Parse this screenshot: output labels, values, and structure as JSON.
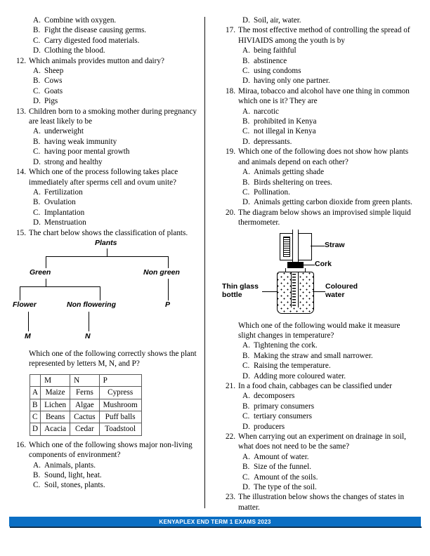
{
  "footer": {
    "banner_text": "KENYAPLEX END TERM 1 EXAMS 2023",
    "banner_color": "#0B6FC4",
    "banner_text_color": "#FFFFFF"
  },
  "left_column": {
    "orphan_options": [
      {
        "letter": "A.",
        "text": "Combine with oxygen."
      },
      {
        "letter": "B.",
        "text": "Fight the disease causing germs."
      },
      {
        "letter": "C.",
        "text": "Carry digested food materials."
      },
      {
        "letter": "D.",
        "text": "Clothing the blood."
      }
    ],
    "questions": [
      {
        "number": "12.",
        "stem": "Which animals provides mutton and dairy?",
        "options": [
          {
            "letter": "A.",
            "text": "Sheep"
          },
          {
            "letter": "B.",
            "text": "Cows"
          },
          {
            "letter": "C.",
            "text": "Goats"
          },
          {
            "letter": "D.",
            "text": "Pigs"
          }
        ]
      },
      {
        "number": "13.",
        "stem": "Children born to a smoking mother during pregnancy are least likely to be",
        "options": [
          {
            "letter": "A.",
            "text": "underweight"
          },
          {
            "letter": "B.",
            "text": "having weak immunity"
          },
          {
            "letter": "C.",
            "text": "having poor mental growth"
          },
          {
            "letter": "D.",
            "text": "strong and healthy"
          }
        ]
      },
      {
        "number": "14.",
        "stem": "Which one of the process following takes place immediately after sperms cell and ovum unite?",
        "options": [
          {
            "letter": "A.",
            "text": "Fertilization"
          },
          {
            "letter": "B.",
            "text": "Ovulation"
          },
          {
            "letter": "C.",
            "text": "Implantation"
          },
          {
            "letter": "D.",
            "text": "Menstruation"
          }
        ]
      },
      {
        "number": "15.",
        "stem": "The chart below shows the classification of plants.",
        "followup": "Which one of the following correctly shows the plant represented by letters M, N, and P?"
      },
      {
        "number": "16.",
        "stem": "Which one of the following shows major non-living components of environment?",
        "options": [
          {
            "letter": "A.",
            "text": "Animals, plants."
          },
          {
            "letter": "B.",
            "text": "Sound, light, heat."
          },
          {
            "letter": "C.",
            "text": "Soil, stones, plants."
          }
        ]
      }
    ],
    "plant_tree": {
      "root": "Plants",
      "level2": [
        "Green",
        "Non green"
      ],
      "level3": [
        "Flower",
        "Non flowering",
        "P"
      ],
      "level4": [
        "M",
        "N"
      ]
    },
    "answer_table": {
      "headers": [
        "",
        "M",
        "N",
        "P"
      ],
      "rows": [
        {
          "label": "A",
          "cells": [
            "Maize",
            "Ferns",
            "Cypress"
          ]
        },
        {
          "label": "B",
          "cells": [
            "Lichen",
            "Algae",
            "Mushroom"
          ]
        },
        {
          "label": "C",
          "cells": [
            "Beans",
            "Cactus",
            "Puff balls"
          ]
        },
        {
          "label": "D",
          "cells": [
            "Acacia",
            "Cedar",
            "Toadstool"
          ]
        }
      ]
    }
  },
  "right_column": {
    "orphan_options": [
      {
        "letter": "D.",
        "text": "Soil, air, water."
      }
    ],
    "questions": [
      {
        "number": "17.",
        "stem": "The most effective method of controlling the spread of HIVIAIDS among the youth is by",
        "options": [
          {
            "letter": "A.",
            "text": "being faithful"
          },
          {
            "letter": "B.",
            "text": "abstinence"
          },
          {
            "letter": "C.",
            "text": "using condoms"
          },
          {
            "letter": "D.",
            "text": "having only one partner."
          }
        ]
      },
      {
        "number": "18.",
        "stem": "Miraa, tobacco and alcohol have one thing in common which one is it? They are",
        "options": [
          {
            "letter": "A.",
            "text": "narcotic"
          },
          {
            "letter": "B.",
            "text": "prohibited in Kenya"
          },
          {
            "letter": "C.",
            "text": "not illegal in Kenya"
          },
          {
            "letter": "D.",
            "text": "depressants."
          }
        ]
      },
      {
        "number": "19.",
        "stem": "Which one of the following does not show how plants and animals depend on each other?",
        "options": [
          {
            "letter": "A.",
            "text": "Animals getting shade"
          },
          {
            "letter": "B.",
            "text": "Birds sheltering on trees."
          },
          {
            "letter": "C.",
            "text": "Pollination."
          },
          {
            "letter": "D.",
            "text": "Animals getting carbon dioxide from green plants."
          }
        ]
      },
      {
        "number": "20.",
        "stem": "The diagram below shows an improvised simple liquid thermometer.",
        "followup": "Which one of the following would make it measure slight changes in temperature?",
        "options": [
          {
            "letter": "A.",
            "text": "Tightening the cork."
          },
          {
            "letter": "B.",
            "text": "Making the straw and small narrower."
          },
          {
            "letter": "C.",
            "text": "Raising the temperature."
          },
          {
            "letter": "D.",
            "text": "Adding more coloured water."
          }
        ]
      },
      {
        "number": "21.",
        "stem": "In a food chain, cabbages can be classified under",
        "options": [
          {
            "letter": "A.",
            "text": "decomposers"
          },
          {
            "letter": "B.",
            "text": "primary consumers"
          },
          {
            "letter": "C.",
            "text": "tertiary consumers"
          },
          {
            "letter": "D.",
            "text": "producers"
          }
        ]
      },
      {
        "number": "22.",
        "stem": "When carrying out an experiment on drainage in soil, what does not need to be the same?",
        "options": [
          {
            "letter": "A.",
            "text": "Amount of water."
          },
          {
            "letter": "B.",
            "text": "Size of the funnel."
          },
          {
            "letter": "C.",
            "text": "Amount of the soils."
          },
          {
            "letter": "D.",
            "text": "The type of the soil."
          }
        ]
      },
      {
        "number": "23.",
        "stem": "The illustration below shows the changes of states in matter."
      }
    ],
    "thermometer": {
      "labels": {
        "straw": "Straw",
        "cork": "Cork",
        "coloured_water": "Coloured water",
        "thin_glass_bottle": "Thin glass bottle"
      }
    }
  }
}
